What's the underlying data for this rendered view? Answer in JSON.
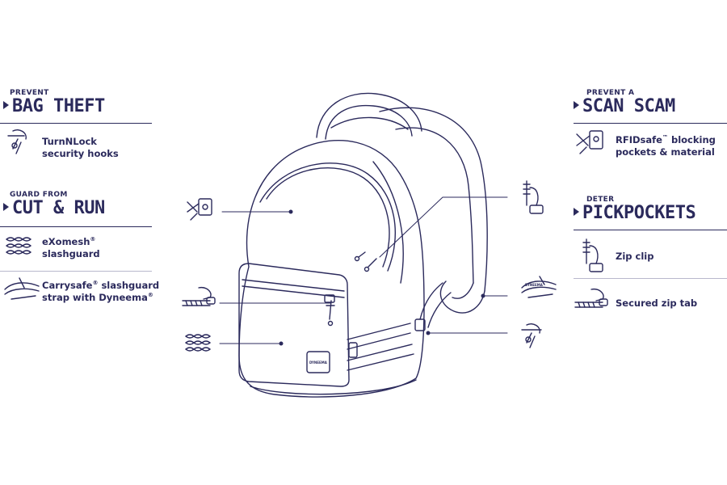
{
  "left": {
    "sections": [
      {
        "kicker": "PREVENT",
        "headline": "BAG THEFT",
        "features": [
          {
            "lines": [
              "TurnNLock",
              "security hooks"
            ],
            "icon": "security-hook-icon"
          }
        ]
      },
      {
        "kicker": "GUARD FROM",
        "headline": "CUT & RUN",
        "features": [
          {
            "line1": "eXomesh",
            "line1_sup": "®",
            "line2": "slashguard",
            "icon": "mesh-icon"
          },
          {
            "line1": "Carrysafe",
            "line1_sup": "®",
            "line1_rest": " slashguard",
            "line2": "strap with Dyneema",
            "line2_sup": "®",
            "icon": "strap-icon"
          }
        ]
      }
    ]
  },
  "right": {
    "sections": [
      {
        "kicker": "PREVENT A",
        "headline": "SCAN SCAM",
        "features": [
          {
            "line1": "RFIDsafe",
            "line1_sup": "™",
            "line1_rest": " blocking",
            "line2": "pockets & material",
            "icon": "rfid-icon"
          }
        ]
      },
      {
        "kicker": "DETER",
        "headline": "PICKPOCKETS",
        "features": [
          {
            "label": "Zip clip",
            "icon": "zip-clip-icon"
          },
          {
            "label": "Secured zip tab",
            "icon": "zip-tab-icon"
          }
        ]
      }
    ]
  },
  "strap_tag_text": "DYNEEMA",
  "bag_label_text": "DYNEEMA",
  "colors": {
    "ink": "#2b2a5c",
    "divider": "#b9b8cc",
    "background": "#ffffff"
  }
}
